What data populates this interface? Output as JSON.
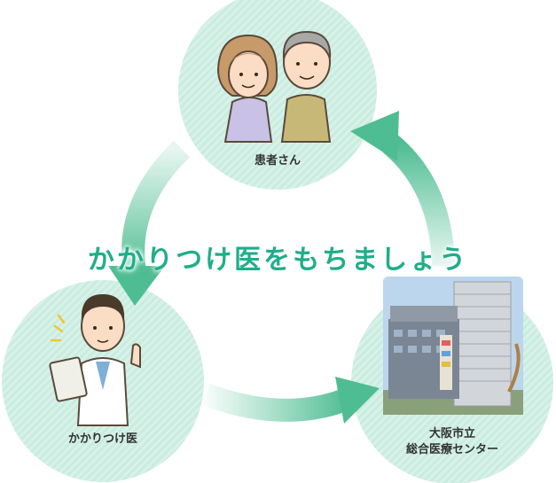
{
  "headline": "かかりつけ医をもちましょう",
  "nodes": {
    "patient": {
      "label": "患者さん"
    },
    "doctor": {
      "label": "かかりつけ医"
    },
    "hospital": {
      "line1": "大阪市立",
      "line2": "総合医療センター"
    }
  },
  "colors": {
    "circle_fill": "#d8f2ea",
    "circle_stripe": "#c7eadf",
    "arrow": "#5dc49c",
    "headline": "#1fae8a"
  }
}
